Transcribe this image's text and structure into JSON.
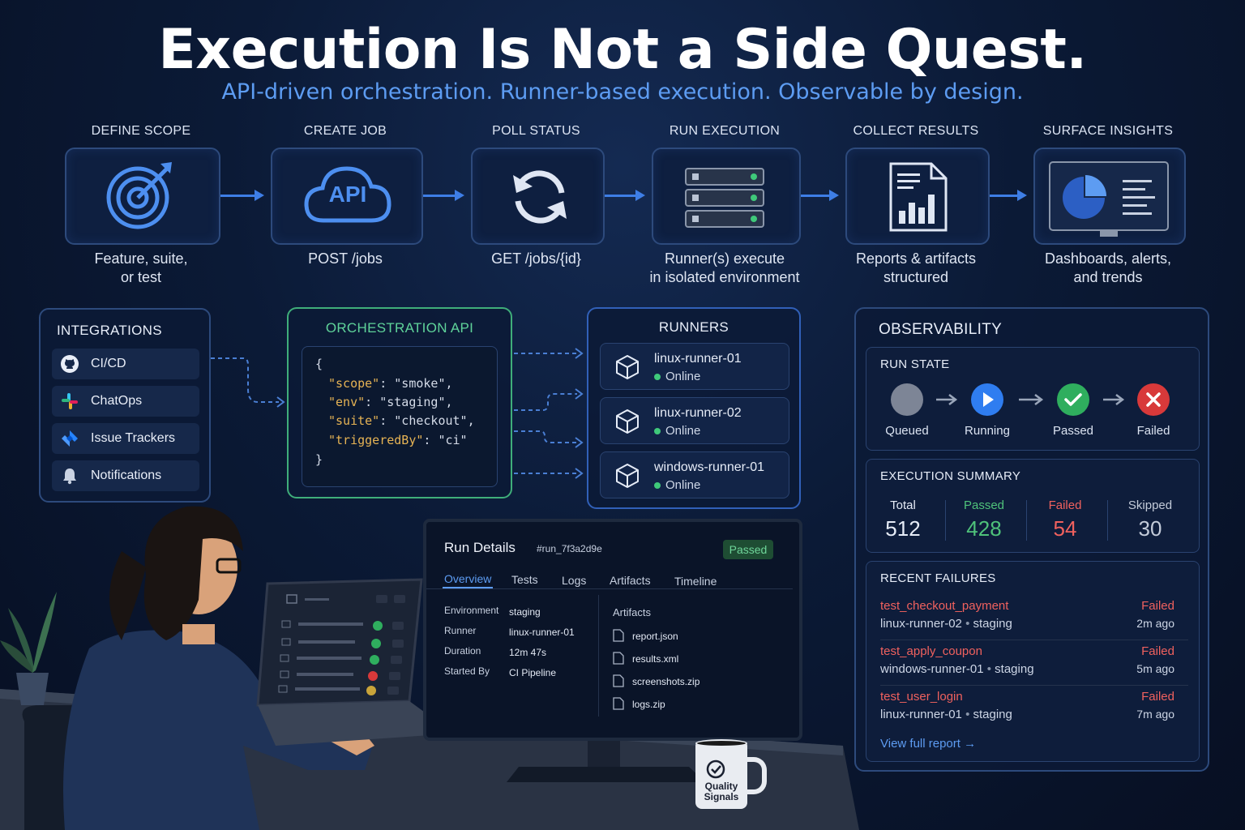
{
  "header": {
    "title": "Execution Is Not a Side Quest.",
    "subtitle": "API-driven orchestration. Runner-based execution. Observable by design."
  },
  "steps": [
    {
      "label": "DEFINE SCOPE",
      "desc_lines": [
        "Feature, suite,",
        "or test"
      ],
      "icon": "target-icon"
    },
    {
      "label": "CREATE JOB",
      "desc_lines": [
        "POST /jobs"
      ],
      "icon": "cloud-api-icon",
      "icon_text": "API"
    },
    {
      "label": "POLL STATUS",
      "desc_lines": [
        "GET /jobs/{id}"
      ],
      "icon": "refresh-icon"
    },
    {
      "label": "RUN EXECUTION",
      "desc_lines": [
        "Runner(s) execute",
        "in isolated environment"
      ],
      "icon": "server-rack-icon"
    },
    {
      "label": "COLLECT RESULTS",
      "desc_lines": [
        "Reports & artifacts",
        "structured"
      ],
      "icon": "report-chart-icon"
    },
    {
      "label": "SURFACE INSIGHTS",
      "desc_lines": [
        "Dashboards, alerts,",
        "and trends"
      ],
      "icon": "dashboard-monitor-icon"
    }
  ],
  "integrations": {
    "title": "INTEGRATIONS",
    "items": [
      {
        "label": "CI/CD",
        "icon": "github-icon"
      },
      {
        "label": "ChatOps",
        "icon": "slack-icon"
      },
      {
        "label": "Issue Trackers",
        "icon": "jira-icon"
      },
      {
        "label": "Notifications",
        "icon": "bell-icon"
      }
    ]
  },
  "orchestration": {
    "title": "ORCHESTRATION API",
    "open": "{",
    "close": "}",
    "fields": [
      {
        "key": "\"scope\"",
        "value": "\"smoke\","
      },
      {
        "key": "\"env\"",
        "value": "\"staging\","
      },
      {
        "key": "\"suite\"",
        "value": "\"checkout\","
      },
      {
        "key": "\"triggeredBy\"",
        "value": "\"ci\""
      }
    ]
  },
  "runners": {
    "title": "RUNNERS",
    "items": [
      {
        "name": "linux-runner-01",
        "status": "Online"
      },
      {
        "name": "linux-runner-02",
        "status": "Online"
      },
      {
        "name": "windows-runner-01",
        "status": "Online"
      }
    ]
  },
  "observability": {
    "title": "OBSERVABILITY",
    "run_state": {
      "title": "RUN STATE",
      "states": [
        {
          "label": "Queued",
          "color": "#7d8596"
        },
        {
          "label": "Running",
          "color": "#2f7df0"
        },
        {
          "label": "Passed",
          "color": "#2fae5e"
        },
        {
          "label": "Failed",
          "color": "#d8393a"
        }
      ]
    },
    "summary": {
      "title": "EXECUTION SUMMARY",
      "items": [
        {
          "label": "Total",
          "value": "512",
          "color": "#e6ecf7"
        },
        {
          "label": "Passed",
          "value": "428",
          "color": "#4fc27a"
        },
        {
          "label": "Failed",
          "value": "54",
          "color": "#f0615e"
        },
        {
          "label": "Skipped",
          "value": "30",
          "color": "#c3cbd9"
        }
      ]
    },
    "recent_failures": {
      "title": "RECENT FAILURES",
      "items": [
        {
          "name": "test_checkout_payment",
          "runner": "linux-runner-02",
          "env": "staging",
          "status": "Failed",
          "time": "2m ago"
        },
        {
          "name": "test_apply_coupon",
          "runner": "windows-runner-01",
          "env": "staging",
          "status": "Failed",
          "time": "5m ago"
        },
        {
          "name": "test_user_login",
          "runner": "linux-runner-01",
          "env": "staging",
          "status": "Failed",
          "time": "7m ago"
        }
      ],
      "separator": "•",
      "link": "View full report →"
    }
  },
  "run_details": {
    "title": "Run Details",
    "run_id": "#run_7f3a2d9e",
    "badge": "Passed",
    "tabs": [
      "Overview",
      "Tests",
      "Logs",
      "Artifacts",
      "Timeline"
    ],
    "fields": [
      {
        "key": "Environment",
        "value": "staging"
      },
      {
        "key": "Runner",
        "value": "linux-runner-01"
      },
      {
        "key": "Duration",
        "value": "12m 47s"
      },
      {
        "key": "Started By",
        "value": "CI Pipeline"
      }
    ],
    "artifacts_title": "Artifacts",
    "artifacts": [
      "report.json",
      "results.xml",
      "screenshots.zip",
      "logs.zip"
    ]
  },
  "mug": {
    "line1": "Quality",
    "line2": "Signals"
  },
  "colors": {
    "accent": "#3e7ee6",
    "orchestration": "#3fae7a",
    "online": "#3fc97a",
    "failed": "#f0615e"
  }
}
